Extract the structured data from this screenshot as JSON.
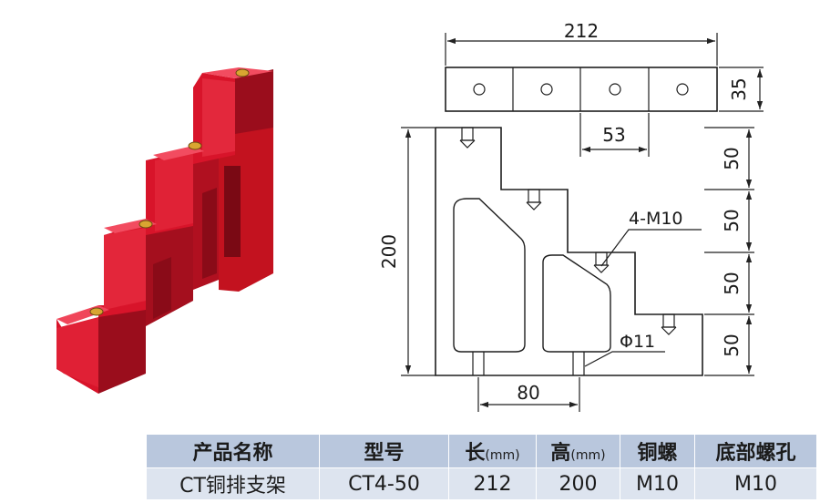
{
  "drawing": {
    "width_dim": "212",
    "depth_dim": "35",
    "pitch_dim": "53",
    "height_dim": "200",
    "step_dims": [
      "50",
      "50",
      "50",
      "50"
    ],
    "bolt_callout": "4-M10",
    "hole_callout": "Φ11",
    "base_dim": "80"
  },
  "table": {
    "headers": [
      {
        "label": "产品名称",
        "unit": ""
      },
      {
        "label": "型号",
        "unit": ""
      },
      {
        "label": "长",
        "unit": "(mm)"
      },
      {
        "label": "高",
        "unit": "(mm)"
      },
      {
        "label": "铜螺",
        "unit": ""
      },
      {
        "label": "底部螺孔",
        "unit": ""
      }
    ],
    "values": [
      "CT铜排支架",
      "CT4-50",
      "212",
      "200",
      "M10",
      "M10"
    ]
  },
  "colors": {
    "product_red": "#d8142a",
    "product_dark": "#9a0d1c",
    "header_bg": "#b9c7dd",
    "row_bg": "#dde4ef"
  }
}
